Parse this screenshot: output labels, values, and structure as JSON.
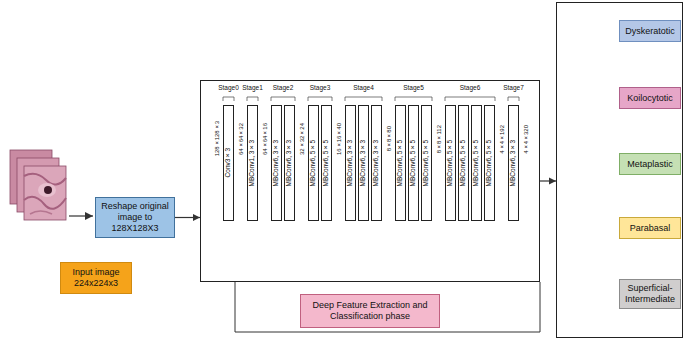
{
  "diagram": {
    "nodes": [
      {
        "text": [
          "Input image 224x224x3"
        ]
      },
      {
        "text": [
          "Reshape original image to 128X128X3"
        ]
      },
      {
        "text": []
      },
      {
        "text": [
          "Conv3×3"
        ],
        "in": 2
      },
      {
        "text": [
          "MBConv1, 3×3"
        ],
        "in": 2
      },
      {
        "text": [
          "MBConv6, 3×3"
        ],
        "in": 2
      },
      {
        "text": [
          "MBConv6, 3×3"
        ],
        "in": 2
      },
      {
        "text": [
          "MBConv6, 5×5"
        ],
        "in": 2
      },
      {
        "text": [
          "MBConv6, 5×5"
        ],
        "in": 2
      },
      {
        "text": [
          "MBConv6, 3×3"
        ],
        "in": 2
      },
      {
        "text": [
          "MBConv6, 3×3"
        ],
        "in": 2
      },
      {
        "text": [
          "MBConv6, 3×3"
        ],
        "in": 2
      },
      {
        "text": [
          "MBConv6, 5×5"
        ],
        "in": 2
      },
      {
        "text": [
          "MBConv6, 5×5"
        ],
        "in": 2
      },
      {
        "text": [
          "MBConv6, 5×5"
        ],
        "in": 2
      },
      {
        "text": [
          "MBConv6, 5×5"
        ],
        "in": 2
      },
      {
        "text": [
          "MBConv6, 5×5"
        ],
        "in": 2
      },
      {
        "text": [
          "MBConv6, 5×5"
        ],
        "in": 2
      },
      {
        "text": [
          "MBConv6, 5×5"
        ],
        "in": 2
      },
      {
        "text": [
          "MBConv6, 3×3"
        ],
        "in": 2
      },
      {
        "text": [
          "Deep Feature Extraction and Classification phase"
        ]
      },
      {
        "text": []
      },
      {
        "text": [
          "Dyskeratotic"
        ],
        "in": 21
      },
      {
        "text": [
          "Koilocytotic"
        ],
        "in": 21
      },
      {
        "text": [
          "Metaplastic"
        ],
        "in": 21
      },
      {
        "text": [
          "Parabasal"
        ],
        "in": 21
      },
      {
        "text": [
          "Superficial-Intermediate"
        ],
        "in": 21
      }
    ],
    "edges": [
      {
        "from": 1,
        "to": 2,
        "arrow": "to"
      },
      {
        "from": 2,
        "to": 21,
        "arrow": "to"
      }
    ],
    "labels": [
      "Stage0",
      "Stage1",
      "Stage2",
      "Stage3",
      "Stage4",
      "Stage5",
      "Stage6",
      "Stage7",
      "128×128×3",
      "64×64×32",
      "64×64×16",
      "32×32×24",
      "16×16×40",
      "8×8×80",
      "8×8×112",
      "4×4×192",
      "4×4×320"
    ]
  }
}
